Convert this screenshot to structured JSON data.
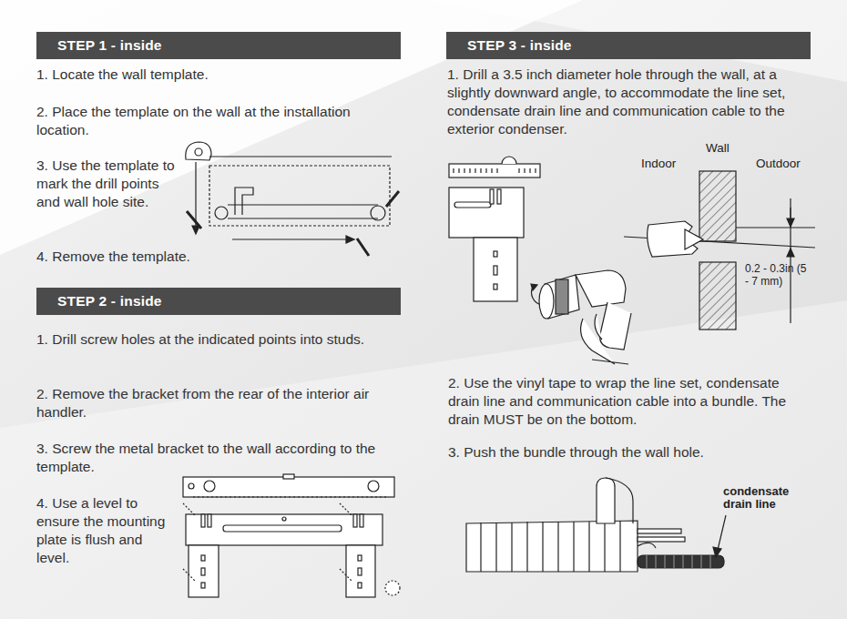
{
  "diagram": {
    "nodes": [
      {
        "text": [
          "STEP 1 - inside"
        ]
      },
      {
        "text": [
          "STEP 2 - inside"
        ]
      },
      {
        "text": [
          "STEP 3 - inside"
        ]
      }
    ],
    "labels": [
      "1. Locate the wall template.",
      "2. Place the template on the wall at the installation location.",
      "3. Use the template to mark the drill points and wall hole site.",
      "4. Remove the template.",
      "1. Drill screw holes at the indicated points into studs.",
      "2. Remove the bracket from the rear of the interior air handler.",
      "3. Screw the metal bracket to the wall according to the template.",
      "4. Use a level to ensure the mounting plate is flush and level.",
      "1. Drill a 3.5 inch diameter hole through the wall, at a slightly downward angle, to accommodate the line set, condensate drain line and communication cable to the exterior condenser.",
      "Wall",
      "Indoor",
      "Outdoor",
      "0.2 - 0.3in (5 - 7 mm)",
      "2. Use the vinyl tape to wrap the line set, condensate drain line and communication cable into a bundle. The drain MUST be on the bottom.",
      "3. Push the bundle through the wall hole.",
      "condensate drain line"
    ]
  }
}
